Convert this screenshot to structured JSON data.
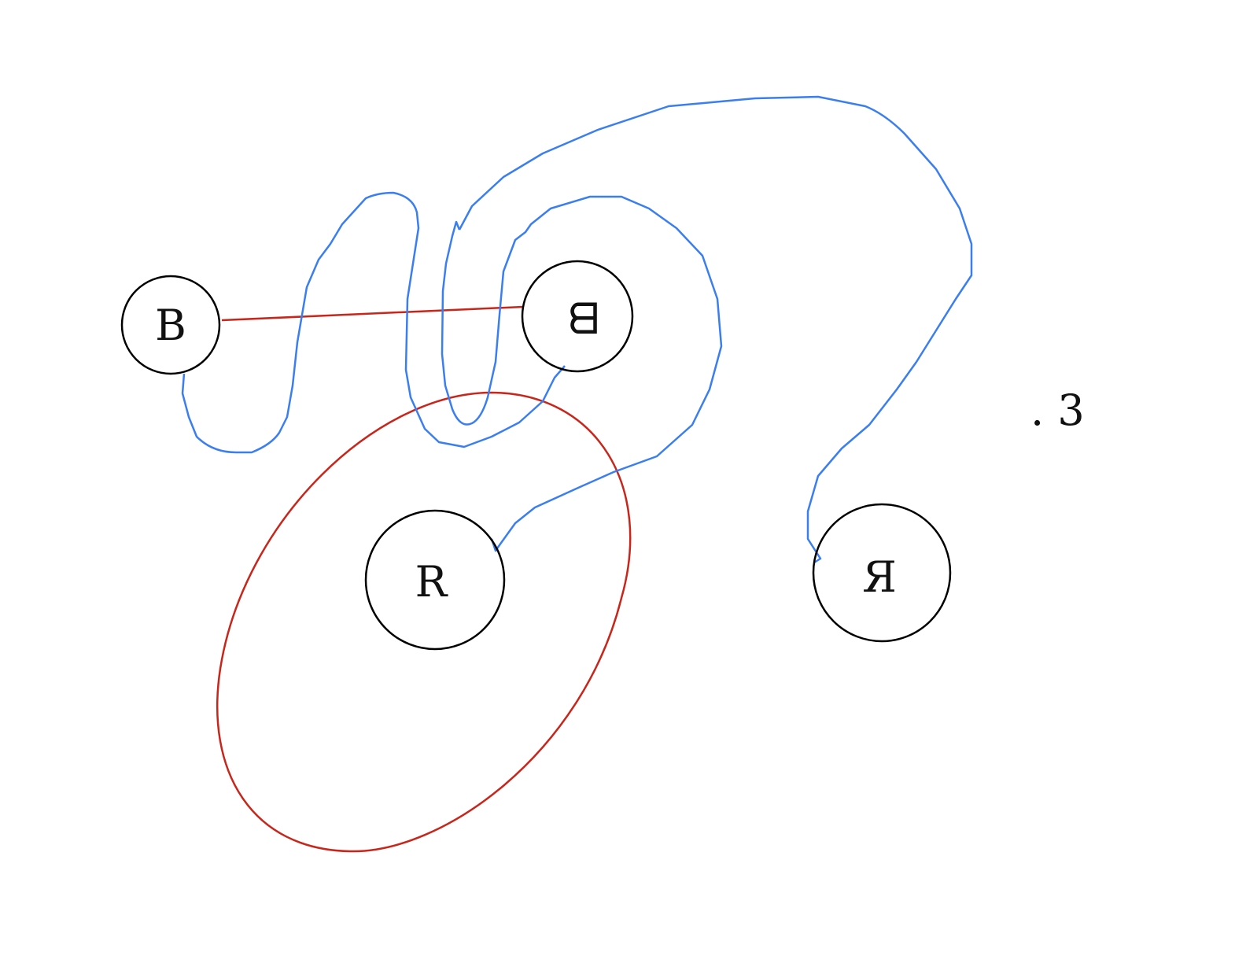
{
  "nodes": [
    {
      "id": "n1",
      "label": "B"
    },
    {
      "id": "n2",
      "label": "ᗺ"
    },
    {
      "id": "n3",
      "label": "R"
    },
    {
      "id": "n4",
      "label": "Я"
    }
  ],
  "free_text": ". 3",
  "colors": {
    "node_stroke": "#000000",
    "red_stroke": "#c8261b",
    "blue_stroke": "#3b7ef0"
  }
}
